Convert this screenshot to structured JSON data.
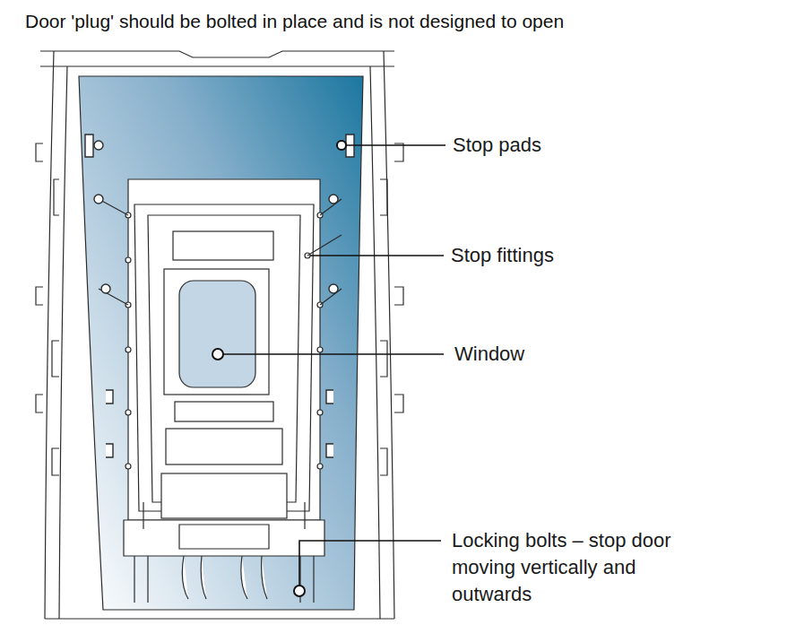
{
  "diagram": {
    "title": "Door 'plug' should be bolted in place and is not designed to open",
    "labels": [
      "Stop pads",
      "Stop fittings",
      "Window",
      "Locking bolts – stop door moving vertically and outwards"
    ]
  }
}
